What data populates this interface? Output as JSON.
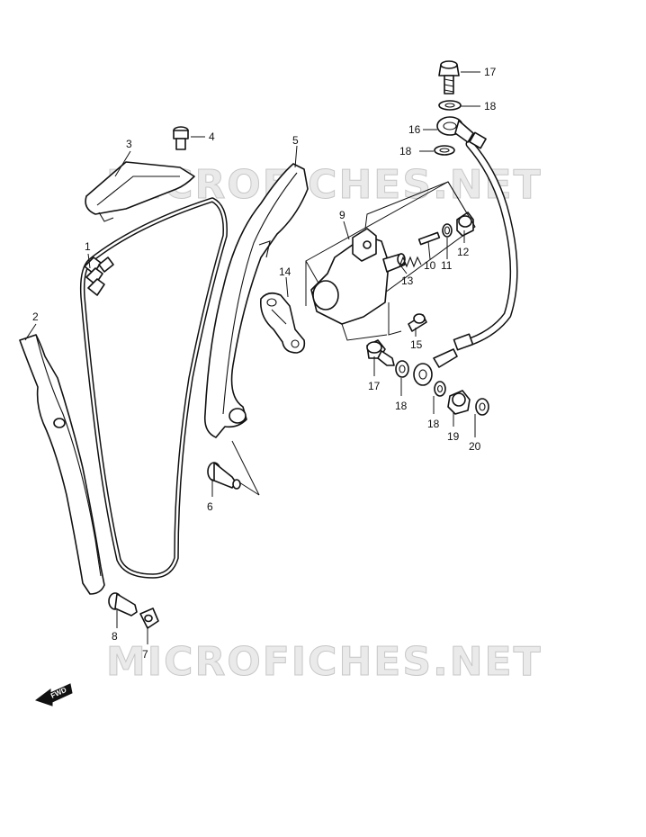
{
  "watermark": {
    "top": "MICROFICHES.NET",
    "bottom": "MICROFICHES.NET"
  },
  "direction_badge": "FWD",
  "callouts": {
    "c1": "1",
    "c2": "2",
    "c3": "3",
    "c4": "4",
    "c5": "5",
    "c6": "6",
    "c7": "7",
    "c8": "8",
    "c9": "9",
    "c10": "10",
    "c11": "11",
    "c12": "12",
    "c13": "13",
    "c14": "14",
    "c15": "15",
    "c16": "16",
    "c17a": "17",
    "c17b": "17",
    "c18a": "18",
    "c18b": "18",
    "c18c": "18",
    "c18d": "18",
    "c19": "19",
    "c20": "20"
  }
}
